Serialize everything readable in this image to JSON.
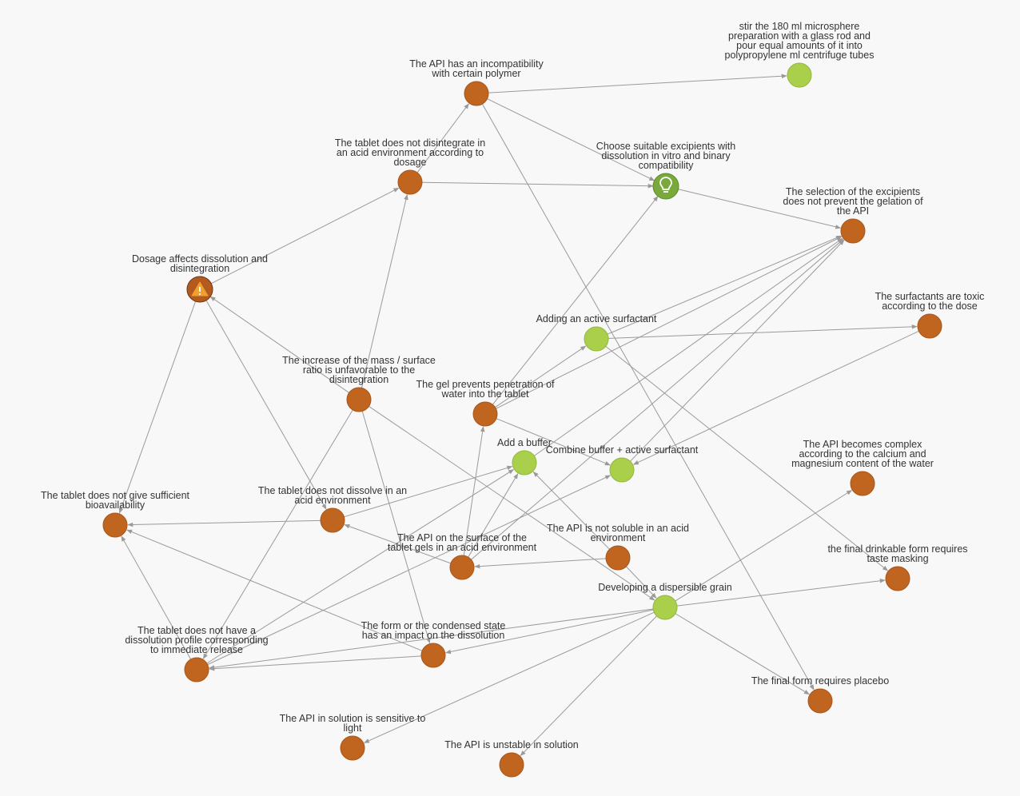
{
  "colors": {
    "background": "#f8f8f8",
    "problem_node": "#c0651f",
    "problem_node_stroke": "#a8561a",
    "solution_node": "#a9cf4b",
    "solution_node_stroke": "#92b83c",
    "insight_node": "#79a83b",
    "insight_node_stroke": "#5f8a2b",
    "warning_node": "#b35a1f",
    "warning_node_stroke": "#6e3410",
    "warning_icon": "#f0a030",
    "edge": "#9a9a9a",
    "label": "#333333"
  },
  "nodes": [
    {
      "id": "n1",
      "kind": "solution",
      "icon": "",
      "label": [
        "stir the 180 ml microsphere",
        "preparation with a glass rod and",
        "pour equal amounts of it into",
        "polypropylene ml centrifuge tubes"
      ]
    },
    {
      "id": "n2",
      "kind": "problem",
      "icon": "",
      "label": [
        "The API has an incompatibility",
        "with certain polymer"
      ]
    },
    {
      "id": "n3",
      "kind": "problem",
      "icon": "",
      "label": [
        "The tablet does not disintegrate in",
        "an acid environment according to",
        "dosage"
      ]
    },
    {
      "id": "n4",
      "kind": "insight",
      "icon": "lightbulb-icon",
      "label": [
        "Choose suitable excipients with",
        "dissolution in vitro and binary",
        "compatibility"
      ]
    },
    {
      "id": "n5",
      "kind": "problem",
      "icon": "",
      "label": [
        "The selection of the excipients",
        "does not prevent the gelation of",
        "the API"
      ]
    },
    {
      "id": "n6",
      "kind": "warning",
      "icon": "warning-icon",
      "label": [
        "Dosage affects dissolution and",
        "disintegration"
      ]
    },
    {
      "id": "n7",
      "kind": "problem",
      "icon": "",
      "label": [
        "The surfactants are toxic",
        "according to the dose"
      ]
    },
    {
      "id": "n8",
      "kind": "solution",
      "icon": "",
      "label": [
        "Adding an active surfactant"
      ]
    },
    {
      "id": "n9",
      "kind": "problem",
      "icon": "",
      "label": [
        "The increase of the mass / surface",
        "ratio is unfavorable to the",
        "disintegration"
      ]
    },
    {
      "id": "n10",
      "kind": "problem",
      "icon": "",
      "label": [
        "The gel prevents penetration of",
        "water into the tablet"
      ]
    },
    {
      "id": "n11",
      "kind": "solution",
      "icon": "",
      "label": [
        "Add a buffer"
      ]
    },
    {
      "id": "n12",
      "kind": "solution",
      "icon": "",
      "label": [
        "Combine buffer + active surfactant"
      ]
    },
    {
      "id": "n13",
      "kind": "problem",
      "icon": "",
      "label": [
        "The API becomes complex",
        "according to the calcium and",
        "magnesium content of the water"
      ]
    },
    {
      "id": "n14",
      "kind": "problem",
      "icon": "",
      "label": [
        "The tablet does not give sufficient",
        "bioavailability"
      ]
    },
    {
      "id": "n15",
      "kind": "problem",
      "icon": "",
      "label": [
        "The tablet does not dissolve in an",
        "acid environment"
      ]
    },
    {
      "id": "n16",
      "kind": "problem",
      "icon": "",
      "label": [
        "The API is not soluble in an acid",
        "environment"
      ]
    },
    {
      "id": "n17",
      "kind": "problem",
      "icon": "",
      "label": [
        "The API on the surface of the",
        "tablet gels in an acid environment"
      ]
    },
    {
      "id": "n18",
      "kind": "problem",
      "icon": "",
      "label": [
        "the final drinkable form requires",
        "taste masking"
      ]
    },
    {
      "id": "n19",
      "kind": "solution",
      "icon": "",
      "label": [
        "Developing a dispersible grain"
      ]
    },
    {
      "id": "n20",
      "kind": "problem",
      "icon": "",
      "label": [
        "The tablet does not have a",
        "dissolution profile corresponding",
        "to immediate release"
      ]
    },
    {
      "id": "n21",
      "kind": "problem",
      "icon": "",
      "label": [
        "The form or the condensed state",
        "has an impact on the dissolution"
      ]
    },
    {
      "id": "n22",
      "kind": "problem",
      "icon": "",
      "label": [
        "The final form requires placebo"
      ]
    },
    {
      "id": "n23",
      "kind": "problem",
      "icon": "",
      "label": [
        "The API in solution is sensitive to",
        "light"
      ]
    },
    {
      "id": "n24",
      "kind": "problem",
      "icon": "",
      "label": [
        "The API is unstable in solution"
      ]
    }
  ],
  "edges": [
    [
      "n2",
      "n1"
    ],
    [
      "n2",
      "n4"
    ],
    [
      "n3",
      "n2"
    ],
    [
      "n3",
      "n4"
    ],
    [
      "n4",
      "n5"
    ],
    [
      "n6",
      "n3"
    ],
    [
      "n9",
      "n3"
    ],
    [
      "n9",
      "n6"
    ],
    [
      "n10",
      "n4"
    ],
    [
      "n8",
      "n7"
    ],
    [
      "n10",
      "n8"
    ],
    [
      "n10",
      "n12"
    ],
    [
      "n8",
      "n5"
    ],
    [
      "n10",
      "n5"
    ],
    [
      "n17",
      "n10"
    ],
    [
      "n17",
      "n11"
    ],
    [
      "n20",
      "n11"
    ],
    [
      "n15",
      "n11"
    ],
    [
      "n16",
      "n11"
    ],
    [
      "n20",
      "n12"
    ],
    [
      "n17",
      "n5"
    ],
    [
      "n11",
      "n5"
    ],
    [
      "n12",
      "n5"
    ],
    [
      "n7",
      "n12"
    ],
    [
      "n16",
      "n17"
    ],
    [
      "n17",
      "n15"
    ],
    [
      "n15",
      "n14"
    ],
    [
      "n6",
      "n14"
    ],
    [
      "n6",
      "n15"
    ],
    [
      "n9",
      "n20"
    ],
    [
      "n9",
      "n21"
    ],
    [
      "n9",
      "n19"
    ],
    [
      "n16",
      "n19"
    ],
    [
      "n2",
      "n22"
    ],
    [
      "n8",
      "n18"
    ],
    [
      "n19",
      "n13"
    ],
    [
      "n19",
      "n18"
    ],
    [
      "n19",
      "n22"
    ],
    [
      "n19",
      "n23"
    ],
    [
      "n19",
      "n24"
    ],
    [
      "n19",
      "n21"
    ],
    [
      "n21",
      "n20"
    ],
    [
      "n21",
      "n14"
    ],
    [
      "n20",
      "n14"
    ],
    [
      "n19",
      "n20"
    ]
  ]
}
